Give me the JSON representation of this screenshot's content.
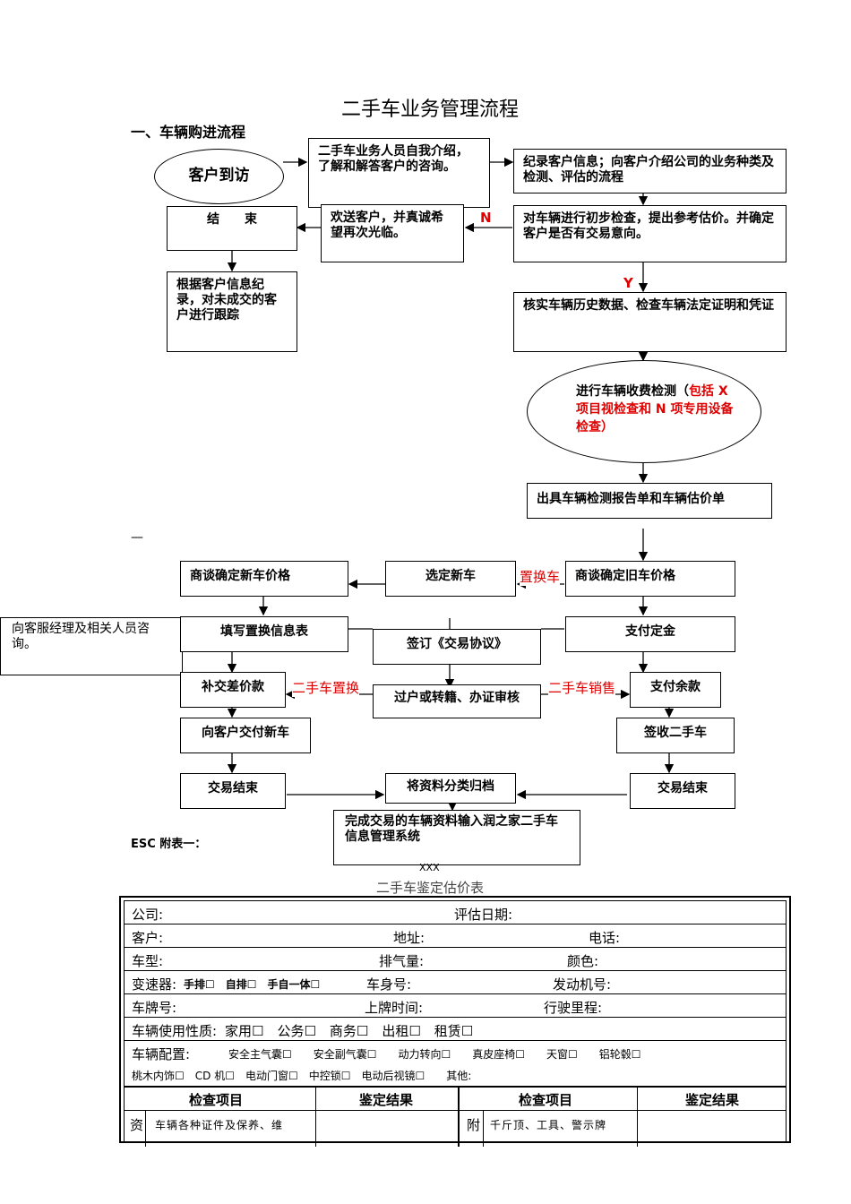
{
  "doc": {
    "title": "二手车业务管理流程",
    "section1": "一、车辆购进流程",
    "dash": "—",
    "esc": "ESC 附表一：",
    "xxx": "XXX",
    "table_title": "二手车鉴定估价表"
  },
  "flow1": {
    "visit": "客户到访",
    "intro": "二手车业务人员自我介绍，了解和解答客户的咨询。",
    "record": "纪录客户信息；向客户介绍公司的业务种类及检测、评估的流程",
    "end": "结　　束",
    "farewell": "欢送客户，并真诚希望再次光临。",
    "n_label": "N",
    "inspect": "对车辆进行初步检查，提出参考估价。并确定客户是否有交易意向。",
    "follow": "根据客户信息纪录，对未成交的客户进行跟踪",
    "y_label": "Y",
    "verify": "核实车辆历史数据、检查车辆法定证明和凭证",
    "test_a": "进行车辆收费检测（",
    "test_b": "包括 X 项目视检查和 N 项专用设备检查）",
    "report": "出具车辆检测报告单和车辆估价单"
  },
  "flow2": {
    "new_price": "商谈确定新车价格",
    "pick_new": "选定新车",
    "trade_label": "置换车",
    "used_price": "商谈确定旧车价格",
    "consult": "向客服经理及相关人员咨询。",
    "fill_form": "填写置换信息表",
    "agreement": "签订《交易协议》",
    "deposit": "支付定金",
    "pay_diff": "补交差价款",
    "swap_label": "二手车置换",
    "transfer": "过户或转籍、办证审核",
    "sale_label": "二手车销售",
    "pay_rest": "支付余款",
    "deliver_new": "向客户交付新车",
    "sign_used": "签收二手车",
    "done_left": "交易结束",
    "archive": "将资料分类归档",
    "done_right": "交易结束",
    "input": "完成交易的车辆资料输入润之家二手车信息管理系统"
  },
  "form": {
    "company": "公司:",
    "eval_date": "评估日期:",
    "customer": "客户:",
    "address": "地址:",
    "phone": "电话:",
    "model": "车型:",
    "displacement": "排气量:",
    "color": "颜色:",
    "gearbox": "变速器:",
    "gear_opts": "手排☐　自排☐　手自一体☐",
    "body_no": "车身号:",
    "engine_no": "发动机号:",
    "plate": "车牌号:",
    "reg_time": "上牌时间:",
    "mileage": "行驶里程:",
    "usage": "车辆使用性质:",
    "usage_opts": "家用☐　公务☐　商务☐　出租☐　租赁☐",
    "config": "车辆配置:",
    "config_opts1": "安全主气囊☐　　安全副气囊☐　　动力转向☐　　真皮座椅☐　　天窗☐　　铝轮毂☐",
    "config_opts2": "桃木内饰☐　CD 机☐　电动门窗☐　中控锁☐　电动后视镜☐　　其他:",
    "h_item1": "检查项目",
    "h_result1": "鉴定结果",
    "h_item2": "检查项目",
    "h_result2": "鉴定结果",
    "r1_tag1": "资",
    "r1_item1": "车辆各种证件及保养、维",
    "r1_tag2": "附",
    "r1_item2": "千斤顶、工具、警示牌"
  }
}
